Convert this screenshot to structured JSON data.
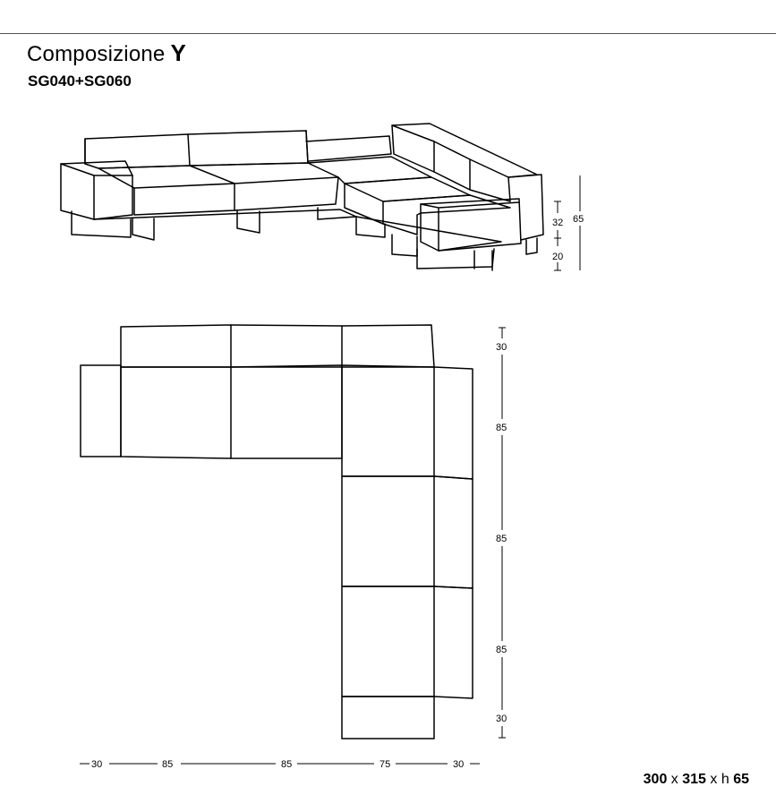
{
  "header": {
    "title": "Composizione",
    "title_letter": "Y",
    "model_code": "SG040+SG060"
  },
  "elevation": {
    "seat_height": "32",
    "leg_height": "20",
    "total_height": "65"
  },
  "plan": {
    "vertical_dims": [
      "30",
      "85",
      "85",
      "85",
      "30"
    ],
    "horizontal_dims": [
      "30",
      "85",
      "85",
      "75",
      "30"
    ]
  },
  "footer": {
    "width": "300",
    "sep1": "x",
    "depth": "315",
    "sep2": "x h",
    "height": "65"
  }
}
